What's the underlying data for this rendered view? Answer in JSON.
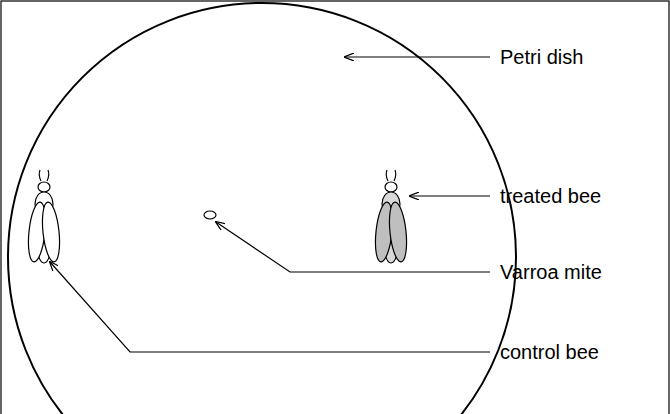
{
  "diagram": {
    "labels": [
      "Petri dish",
      "treated bee",
      "Varroa mite",
      "control bee"
    ]
  }
}
